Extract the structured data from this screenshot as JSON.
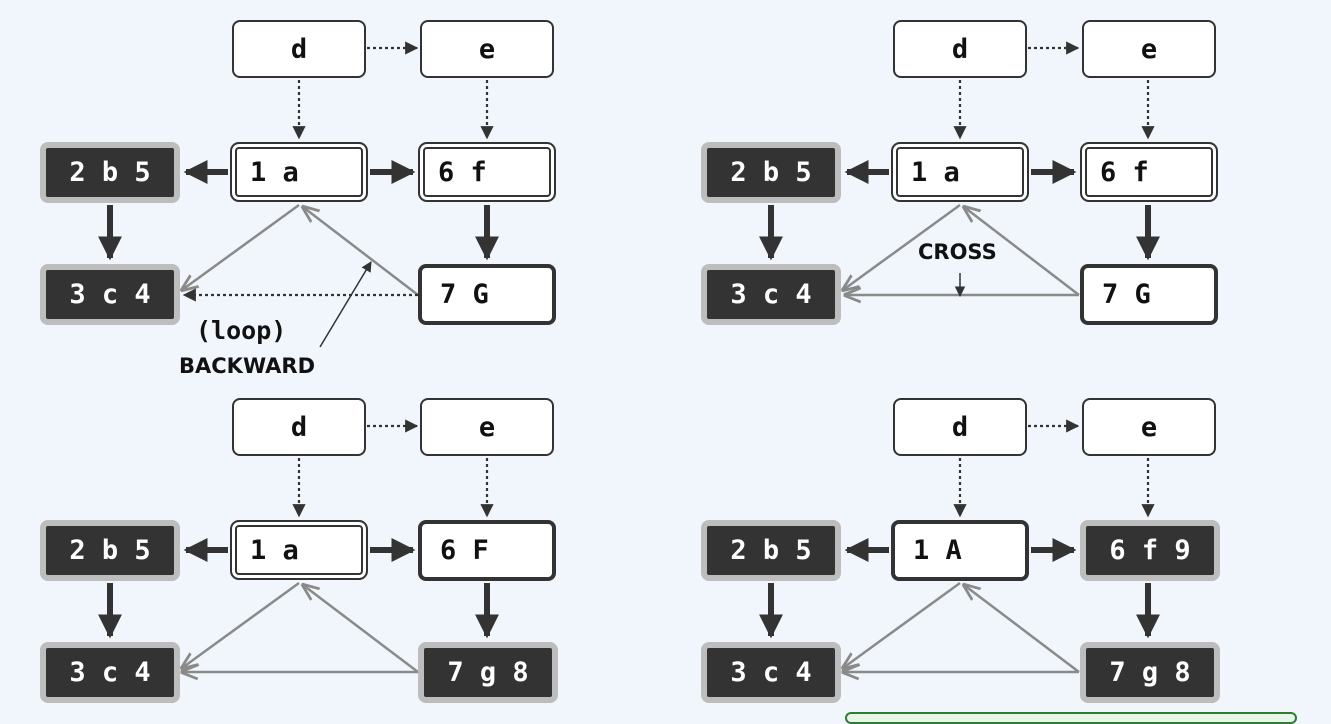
{
  "panels": [
    {
      "nodes": {
        "d": "d",
        "e": "e",
        "c1": "1 a",
        "c2": "6 f",
        "l1": "2 b 5",
        "l2": "3 c 4",
        "r2": "7 G"
      },
      "annotations": {
        "loop": "(loop)",
        "edge_type": "BACKWARD"
      }
    },
    {
      "nodes": {
        "d": "d",
        "e": "e",
        "c1": "1 a",
        "c2": "6 f",
        "l1": "2 b 5",
        "l2": "3 c 4",
        "r2": "7 G"
      },
      "annotations": {
        "edge_type": "CROSS"
      }
    },
    {
      "nodes": {
        "d": "d",
        "e": "e",
        "c1": "1 a",
        "c2": "6 F",
        "l1": "2 b 5",
        "l2": "3 c 4",
        "r2": "7 g 8"
      }
    },
    {
      "nodes": {
        "d": "d",
        "e": "e",
        "c1": "1 A",
        "c2": "6 f 9",
        "l1": "2 b 5",
        "l2": "3 c 4",
        "r2": "7 g 8"
      }
    }
  ],
  "colors": {
    "background": "#f0f6fc",
    "node_border": "#333333",
    "finished_fill": "#333333",
    "finished_halo": "#bdbdbd",
    "gray_edge": "#8a8a8a"
  }
}
